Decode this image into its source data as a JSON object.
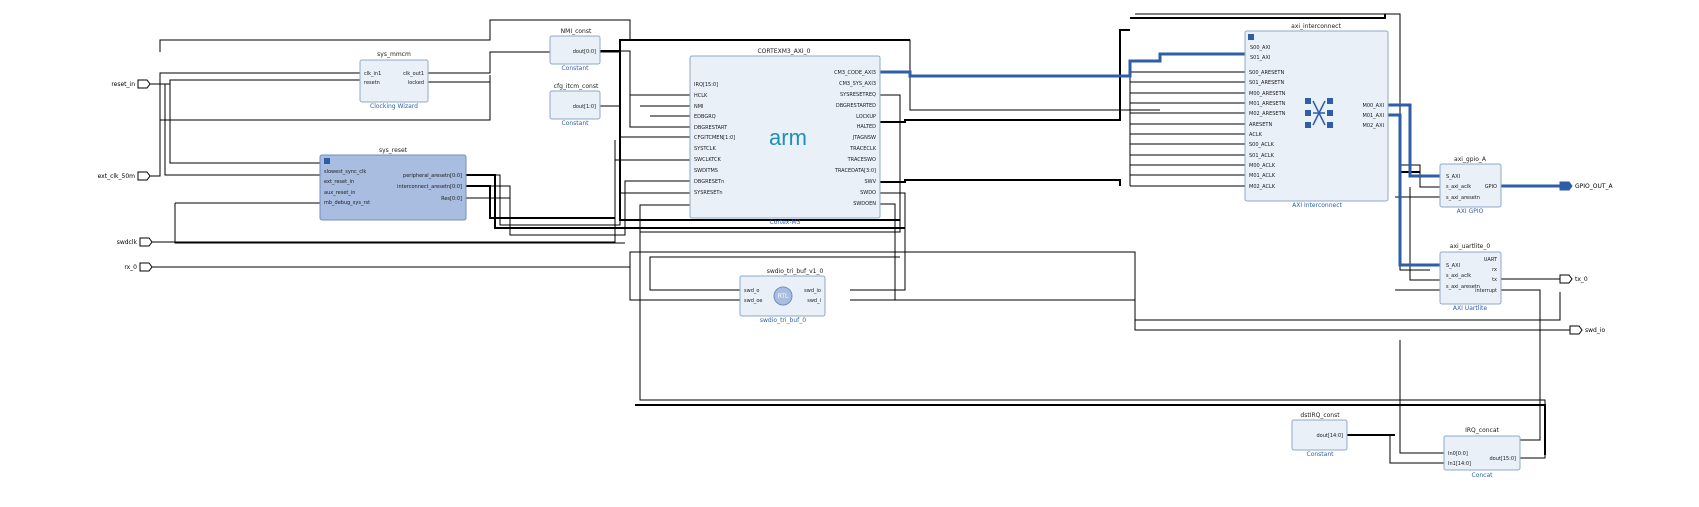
{
  "diagram": {
    "external_ports": [
      {
        "id": "reset_in",
        "label": "reset_in"
      },
      {
        "id": "ext_clk",
        "label": "ext_clk_50m"
      },
      {
        "id": "swdclk",
        "label": "swdclk"
      },
      {
        "id": "rx",
        "label": "rx_0"
      },
      {
        "id": "gpio_out",
        "label": "GPIO_OUT_A"
      },
      {
        "id": "tx",
        "label": "tx_0"
      },
      {
        "id": "swdio",
        "label": "swd_io"
      }
    ],
    "blocks": {
      "clk_wiz": {
        "title": "sys_mmcm",
        "caption": "Clocking Wizard",
        "pins_left": [
          "clk_in1",
          "resetn"
        ],
        "pins_right": [
          "clk_out1",
          "locked"
        ]
      },
      "sys_reset": {
        "title": "sys_reset",
        "caption": "",
        "pins_left": [
          "slowest_sync_clk",
          "ext_reset_in",
          "aux_reset_in",
          "mb_debug_sys_rst"
        ],
        "pins_right": [
          "peripheral_aresetn[0:0]",
          "interconnect_aresetn[0:0]",
          "Res[0:0]"
        ]
      },
      "nmi_const": {
        "title": "NMI_const",
        "caption": "Constant",
        "pins_right": [
          "dout[0:0]"
        ]
      },
      "cfg_const": {
        "title": "cfg_itcm_const",
        "caption": "Constant",
        "pins_right": [
          "dout[1:0]"
        ]
      },
      "cortex": {
        "title": "CORTEXM3_AXI_0",
        "caption": "Cortex-M3",
        "logo": "arm",
        "pins_left": [
          "IRQ[15:0]",
          "HCLK",
          "NMI",
          "EDBGRQ",
          "DBGRESTART",
          "CFGITCMEN[1:0]",
          "SYSTCLK",
          "SWCLKTCK",
          "SWDITMS",
          "DBGRESETn",
          "SYSRESETn"
        ],
        "pins_right": [
          "CM3_CODE_AXI3",
          "CM3_SYS_AXI3",
          "SYSRESETREQ",
          "DBGRESTARTED",
          "LOCKUP",
          "HALTED",
          "JTAGNSW",
          "TRACECLK",
          "TRACESWO",
          "TRACEDATA[3:0]",
          "SWV",
          "SWDO",
          "SWDOEN"
        ]
      },
      "swdio_buf": {
        "title": "swdio_tri_buf_v1_0",
        "caption": "swdio_tri_buf_0",
        "logo": "RTL",
        "pins_left": [
          "swd_o",
          "swd_oe"
        ],
        "pins_right": [
          "swd_io",
          "swd_i"
        ]
      },
      "axi_ic": {
        "title": "axi_interconnect",
        "caption": "AXI Interconnect",
        "pins_left": [
          "S00_AXI",
          "S01_AXI",
          "S00_ARESETN",
          "S01_ARESETN",
          "M00_ARESETN",
          "M01_ARESETN",
          "M02_ARESETN",
          "ARESETN",
          "ACLK",
          "S00_ACLK",
          "S01_ACLK",
          "M00_ACLK",
          "M01_ACLK",
          "M02_ACLK"
        ],
        "pins_right": [
          "M00_AXI",
          "M01_AXI",
          "M02_AXI"
        ]
      },
      "gpio": {
        "title": "axi_gpio_A",
        "caption": "AXI GPIO",
        "pins_left": [
          "S_AXI",
          "s_axi_aclk",
          "s_axi_aresetn"
        ],
        "pins_right": [
          "GPIO"
        ]
      },
      "uart": {
        "title": "axi_uartlite_0",
        "caption": "AXI Uartlite",
        "pins_left": [
          "S_AXI",
          "s_axi_aclk",
          "s_axi_aresetn"
        ],
        "pins_right": [
          "UART",
          "rx",
          "tx",
          "interrupt"
        ]
      },
      "dirq_const": {
        "title": "dstIRQ_const",
        "caption": "Constant",
        "pins_right": [
          "dout[14:0]"
        ]
      },
      "irq_concat": {
        "title": "IRQ_concat",
        "caption": "Concat",
        "pins_left": [
          "In0[0:0]",
          "In1[14:0]"
        ],
        "pins_right": [
          "dout[15:0]"
        ]
      }
    }
  }
}
